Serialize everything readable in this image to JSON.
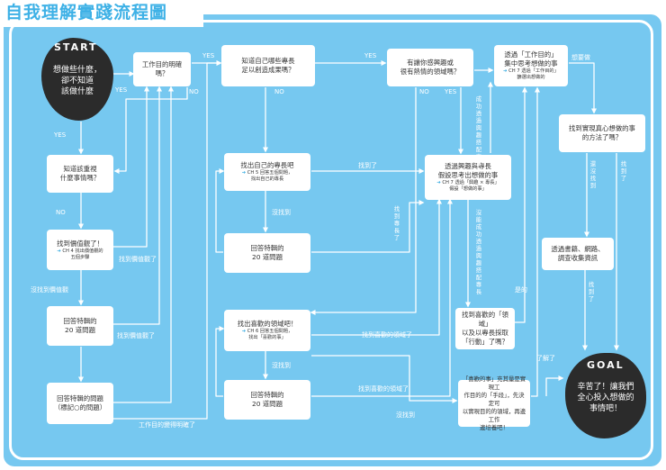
{
  "title": "自我理解實踐流程圖",
  "start": {
    "tag": "START",
    "text": "想做些什麼，\n卻不知道\n該做什麼"
  },
  "goal": {
    "tag": "GOAL",
    "text": "辛苦了！讓我們\n全心投入想做的\n事情吧！"
  },
  "boxes": {
    "b1": {
      "main": "工作目的明確嗎？"
    },
    "b2": {
      "main": "知道該重視\n什麼事情嗎？"
    },
    "b3": {
      "main": "找到價值觀了！",
      "arrow": "➔",
      "sub": " CH 4 找出價值觀的\n五個步驟"
    },
    "b4": {
      "main": "回答特輯的\n20 道問題"
    },
    "b5": {
      "main": "回答特輯的問題\n（標記○的問題）"
    },
    "b6": {
      "main": "知道自己哪些專長\n足以創造成果嗎？"
    },
    "b7": {
      "main": "找出自己的專長吧",
      "arrow": "➔",
      "sub": " CH 5 回答五個問題，\n找出自己的專長"
    },
    "b8": {
      "main": "回答特輯的\n20 道問題"
    },
    "b9": {
      "main": "找出喜歡的領域吧！",
      "arrow": "➔",
      "sub": " CH 6 回答五個問題，\n找出「喜歡的事」"
    },
    "b10": {
      "main": "回答特輯的\n20 道問題"
    },
    "b11": {
      "main": "有讓你感興趣或\n很有熱情的領域嗎？"
    },
    "b12": {
      "main": "透過興趣與專長\n假設思考出想做的事",
      "arrow": "➔",
      "sub": " CH 7 透過「興趣 × 專長」\n假設「想做的事」"
    },
    "b13": {
      "main": "找到喜歡的「領域」\n以及以專長採取\n「行動」了嗎？"
    },
    "b14": {
      "main": "「喜歡的事」充其量是實現工\n作目的的「手段」，先決定可\n以實現目的的領域，再邊工作\n邊培養吧！"
    },
    "b15": {
      "main": "透過「工作目的」\n集中思考想做的事",
      "arrow": "➔",
      "sub": " CH 7 透過「工作目的」\n篩選出想做的"
    },
    "b16": {
      "main": "找到實現真心想做的事\n的方法了嗎？"
    },
    "b17": {
      "main": "透過書籍、網路、\n調查收集資訊"
    }
  },
  "labels": {
    "yes_s_b1": "YES",
    "yes_b1_b6": "YES",
    "yes_b1": "YES",
    "no_b1": "NO",
    "no_start": "YES",
    "no_b2": "NO",
    "found_values": "找到價值觀了",
    "no_values": "沒找到價值觀",
    "found_values2": "找到價值觀了",
    "purpose_clear": "工作目的變得明確了",
    "yes_b6": "YES",
    "no_b6": "NO",
    "found_strength": "找到了",
    "not_found_strength": "沒找到",
    "found_strength2": "找到專長了",
    "found_field": "找到喜歡的領域了",
    "not_found_field": "沒找到",
    "found_field2": "找到喜歡的領域了",
    "not_found_b10": "沒找到",
    "no_b11": "NO",
    "yes_b11": "YES",
    "v_success": "成功透過興趣搭配專長",
    "v_fail": "沒能成功透過興趣搭配專長",
    "yes_b13": "是的",
    "tired": "想要做",
    "not_found_b16": "還沒找到",
    "found_b16": "找到了",
    "found_b17": "找到了",
    "understood": "了解了"
  },
  "colors": {
    "panel": "#76c8f0",
    "line": "#ffffff",
    "title": "#3eb1e6",
    "accent": "#2aa6df",
    "blob": "#2b2b2b"
  }
}
